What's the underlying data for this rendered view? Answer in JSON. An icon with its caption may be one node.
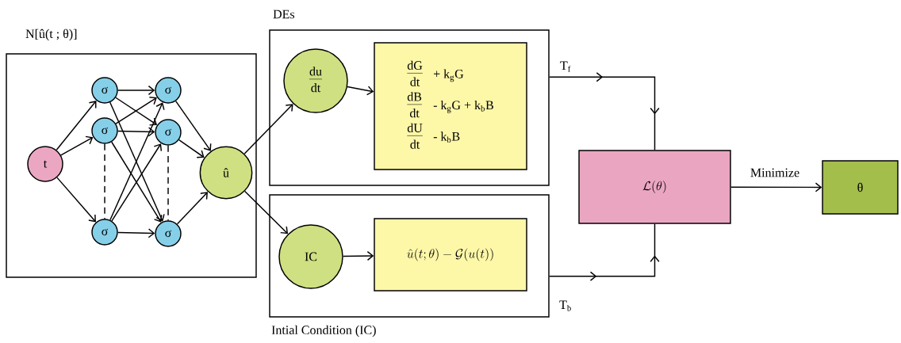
{
  "diagram": {
    "nodes": [
      {
        "text": [
          "N[û(t ; θ)]"
        ]
      },
      {
        "text": [
          "t"
        ],
        "in": 0
      },
      {
        "text": [
          "σ"
        ],
        "in": 0
      },
      {
        "text": [
          "σ"
        ],
        "in": 0
      },
      {
        "text": [
          "σ"
        ],
        "in": 0
      },
      {
        "text": [
          "σ"
        ],
        "in": 0
      },
      {
        "text": [
          "σ"
        ],
        "in": 0
      },
      {
        "text": [
          "σ"
        ],
        "in": 0
      },
      {
        "text": [
          "û"
        ],
        "in": 0
      },
      {
        "text": [
          "DEs"
        ]
      },
      {
        "text": [
          "du",
          "dt"
        ],
        "in": 9
      },
      {
        "text": [
          "dG",
          "dt",
          "+ k$_{g}$G",
          "dB",
          "dt",
          "- k$_{g}$G + k$_{b}$B",
          "dU",
          "dt",
          "- k$_{b}$B"
        ],
        "in": 9
      },
      {
        "text": [
          "Intial Condition (IC)"
        ]
      },
      {
        "text": [
          "IC"
        ],
        "in": 12
      },
      {
        "text": [
          "\\hat{u}(t;\\theta) -\\mathcal{G}(u(t))"
        ],
        "in": 12
      },
      {
        "text": [
          "\\mathcal{L}(\\theta)"
        ]
      },
      {
        "text": [
          "θ"
        ]
      }
    ],
    "edges": [
      {
        "from": 1,
        "to": 2,
        "arrow": "to"
      },
      {
        "from": 1,
        "to": 3,
        "arrow": "to"
      },
      {
        "from": 1,
        "to": 4,
        "arrow": "to"
      },
      {
        "from": 2,
        "to": 5,
        "arrow": "to"
      },
      {
        "from": 2,
        "to": 6,
        "arrow": "to"
      },
      {
        "from": 2,
        "to": 7,
        "arrow": "to"
      },
      {
        "from": 3,
        "to": 5,
        "arrow": "to"
      },
      {
        "from": 3,
        "to": 6,
        "arrow": "to"
      },
      {
        "from": 3,
        "to": 7,
        "arrow": "to"
      },
      {
        "from": 4,
        "to": 5,
        "arrow": "to"
      },
      {
        "from": 4,
        "to": 6,
        "arrow": "to"
      },
      {
        "from": 4,
        "to": 7,
        "arrow": "to"
      },
      {
        "from": 3,
        "to": 4,
        "arrow": "none",
        "style": "dashed"
      },
      {
        "from": 6,
        "to": 7,
        "arrow": "none",
        "style": "dashed"
      },
      {
        "from": 5,
        "to": 8,
        "arrow": "to"
      },
      {
        "from": 6,
        "to": 8,
        "arrow": "to"
      },
      {
        "from": 7,
        "to": 8,
        "arrow": "to"
      },
      {
        "from": 8,
        "to": 10,
        "arrow": "to"
      },
      {
        "from": 8,
        "to": 13,
        "arrow": "to"
      },
      {
        "from": 10,
        "to": 11,
        "arrow": "to"
      },
      {
        "from": 13,
        "to": 14,
        "arrow": "to"
      },
      {
        "from": 9,
        "to": 15,
        "label": "T$_{f}$",
        "arrow": "to"
      },
      {
        "from": 12,
        "to": 15,
        "label": "T$_{b}$",
        "arrow": "to"
      },
      {
        "from": 15,
        "to": 16,
        "label": "Minimize",
        "arrow": "to"
      }
    ]
  }
}
